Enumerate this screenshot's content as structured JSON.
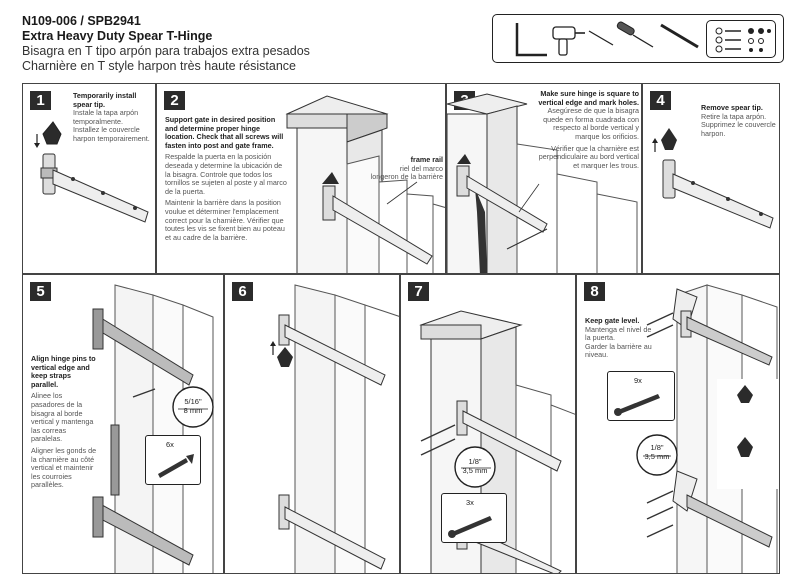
{
  "header": {
    "code": "N109-006 / SPB2941",
    "title_en": "Extra Heavy Duty Spear T-Hinge",
    "title_es": "Bisagra en T tipo arpón para trabajos extra pesados",
    "title_fr": "Charnière en T style harpon très haute résistance"
  },
  "steps": [
    {
      "num": "1",
      "bold": "Temporarily install spear tip.",
      "es": "Instale la tapa arpón temporalmente.",
      "fr": "Installez le couvercle harpon temporairement."
    },
    {
      "num": "2",
      "bold": "Support gate in desired position and determine proper hinge location. Check that all screws will fasten into post and gate frame.",
      "es": "Respalde la puerta en la posición deseada y determine la ubicación de la bisagra. Controle que todos los tornillos se sujeten al poste y al marco de la puerta.",
      "fr": "Maintenir la barrière dans la position voulue et déterminer l'emplacement correct pour  la charnière. Vérifier que toutes les vis se fixent bien au poteau et au cadre de la barrière.",
      "label_bold": "frame rail",
      "label_es": "riel del marco",
      "label_fr": "longeron de la barrière"
    },
    {
      "num": "3",
      "bold": "Make sure hinge is square to vertical edge and mark holes.",
      "es": "Asegúrese de que la bisagra quede en forma cuadrada con respecto al borde vertical y marque los orificios.",
      "fr": "Vérifier que la charnière est perpendiculaire au bord vertical et marquer les trous."
    },
    {
      "num": "4",
      "bold": "Remove spear tip.",
      "es": "Retire la tapa arpón.",
      "fr": "Supprimez le couvercle harpon."
    },
    {
      "num": "5",
      "bold": "Align hinge pins to vertical edge and keep straps parallel.",
      "es": "Alinee los pasadores de la bisagra al borde vertical y mantenga las correas paralelas.",
      "fr": "Aligner les gonds de la charnière au côté vertical et maintenir les courroies parallèles.",
      "meas_top": "5/16\"",
      "meas_bot": "8 mm",
      "qty": "6x"
    },
    {
      "num": "6"
    },
    {
      "num": "7",
      "meas_top": "1/8\"",
      "meas_bot": "3,5 mm",
      "qty": "3x"
    },
    {
      "num": "8",
      "bold": "Keep gate level.",
      "es": "Mantenga el nivel de la puerta.",
      "fr": "Garder la barrière au niveau.",
      "meas_top": "1/8\"",
      "meas_bot": "3,5 mm",
      "qty": "9x"
    }
  ]
}
